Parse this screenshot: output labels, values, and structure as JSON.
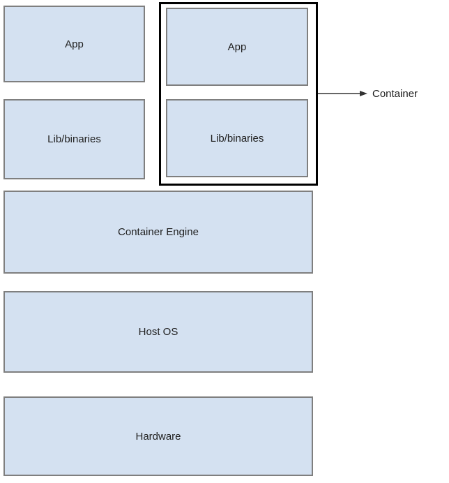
{
  "diagram": {
    "type": "layered-architecture",
    "host_stack": {
      "app": "App",
      "lib": "Lib/binaries"
    },
    "container_stack": {
      "app": "App",
      "lib": "Lib/binaries"
    },
    "layers": {
      "engine": "Container Engine",
      "host_os": "Host OS",
      "hardware": "Hardware"
    },
    "annotation": {
      "label": "Container"
    },
    "colors": {
      "box_fill": "#d4e1f1",
      "box_border": "#7f7f7f",
      "container_outline": "#000000",
      "arrow": "#333333",
      "text": "#212121",
      "background": "#ffffff"
    }
  }
}
